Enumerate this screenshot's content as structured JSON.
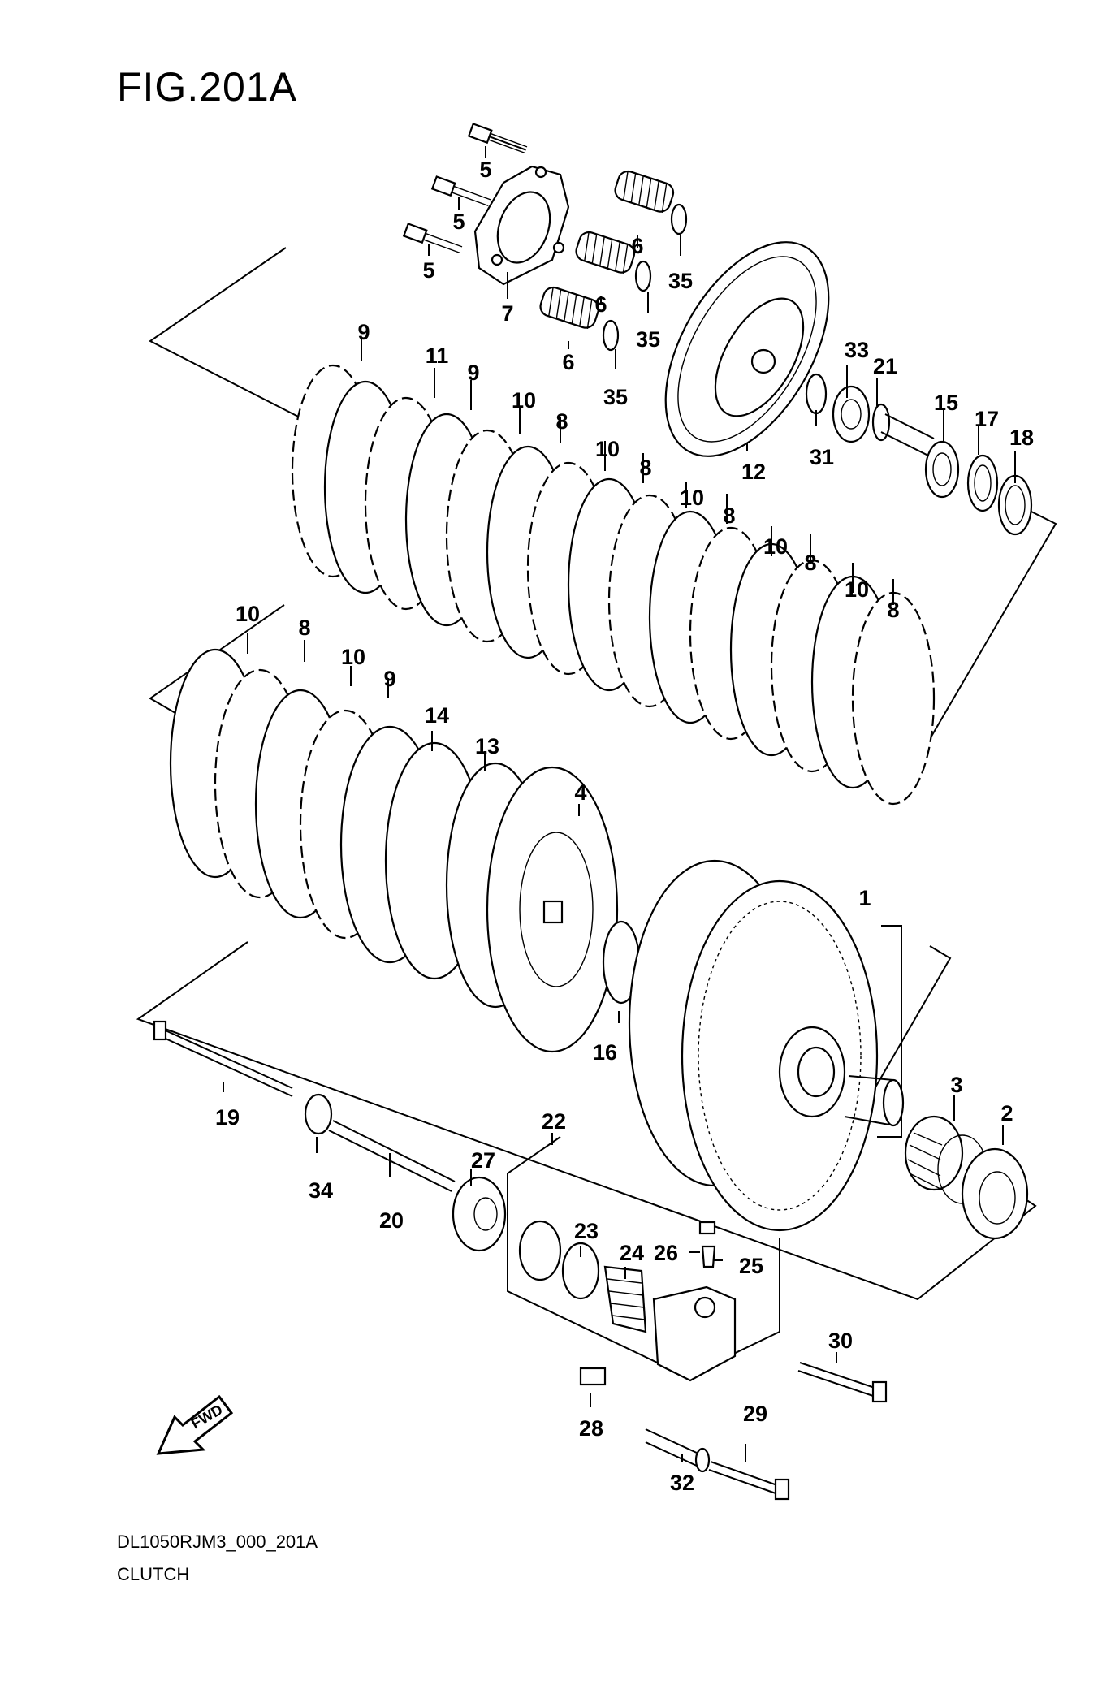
{
  "figure": {
    "title": "FIG.201A",
    "code": "DL1050RJM3_000_201A",
    "caption": "CLUTCH",
    "fwd_label": "FWD"
  },
  "callouts": [
    "5",
    "5",
    "5",
    "7",
    "6",
    "6",
    "6",
    "35",
    "35",
    "35",
    "33",
    "21",
    "31",
    "12",
    "15",
    "17",
    "18",
    "9",
    "11",
    "9",
    "10",
    "8",
    "10",
    "8",
    "10",
    "8",
    "10",
    "8",
    "10",
    "8",
    "10",
    "8",
    "10",
    "9",
    "14",
    "13",
    "4",
    "1",
    "16",
    "3",
    "2",
    "19",
    "34",
    "20",
    "27",
    "22",
    "23",
    "24",
    "26",
    "25",
    "30",
    "28",
    "29",
    "32"
  ]
}
